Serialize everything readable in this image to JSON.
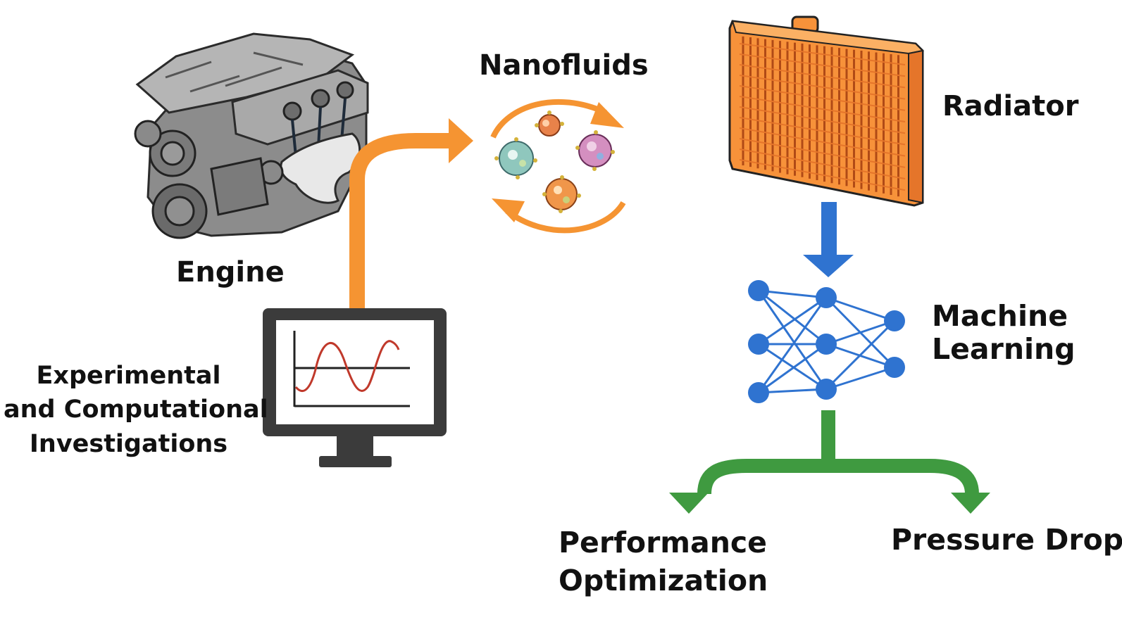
{
  "labels": {
    "nanofluids": "Nanofluids",
    "engine": "Engine",
    "radiator": "Radiator",
    "machine_learning": [
      "Machine",
      "Learning"
    ],
    "experimental": [
      "Experimental",
      "and Computational",
      "Investigations"
    ],
    "performance": [
      "Performance",
      "Optimization"
    ],
    "pressure_drop": "Pressure Drop"
  },
  "colors": {
    "flow_arrow": "#f59432",
    "ml_arrow": "#2f73d0",
    "output_arrow": "#3f9a40",
    "radiator_fill": "#f7923a",
    "radiator_fin": "#e5752a",
    "network_node": "#2f73d0",
    "monitor_frame": "#3b3b3b",
    "signal_wave": "#c0392b"
  },
  "icons": [
    "engine-icon",
    "nanoparticle-icon",
    "radiator-icon",
    "neural-network-icon",
    "monitor-icon"
  ]
}
